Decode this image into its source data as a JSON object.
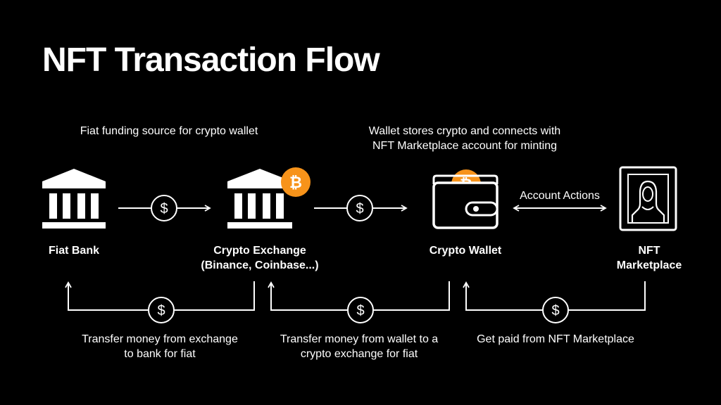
{
  "title": "NFT Transaction Flow",
  "captions": {
    "fiat_funding": "Fiat funding source for crypto wallet",
    "wallet_stores": "Wallet stores crypto and connects with\nNFT Marketplace account for minting",
    "account_actions": "Account Actions",
    "transfer_exchange_to_bank": "Transfer money from exchange\nto bank for fiat",
    "transfer_wallet_to_exchange": "Transfer money from wallet to a\ncrypto exchange for fiat",
    "get_paid": "Get paid from NFT Marketplace"
  },
  "nodes": {
    "fiat_bank": "Fiat Bank",
    "crypto_exchange": "Crypto Exchange\n(Binance, Coinbase...)",
    "crypto_wallet": "Crypto Wallet",
    "nft_marketplace": "NFT\nMarketplace"
  },
  "symbols": {
    "dollar": "$",
    "bitcoin": "₿"
  },
  "colors": {
    "background": "#000000",
    "foreground": "#ffffff",
    "bitcoin": "#f7931a"
  }
}
